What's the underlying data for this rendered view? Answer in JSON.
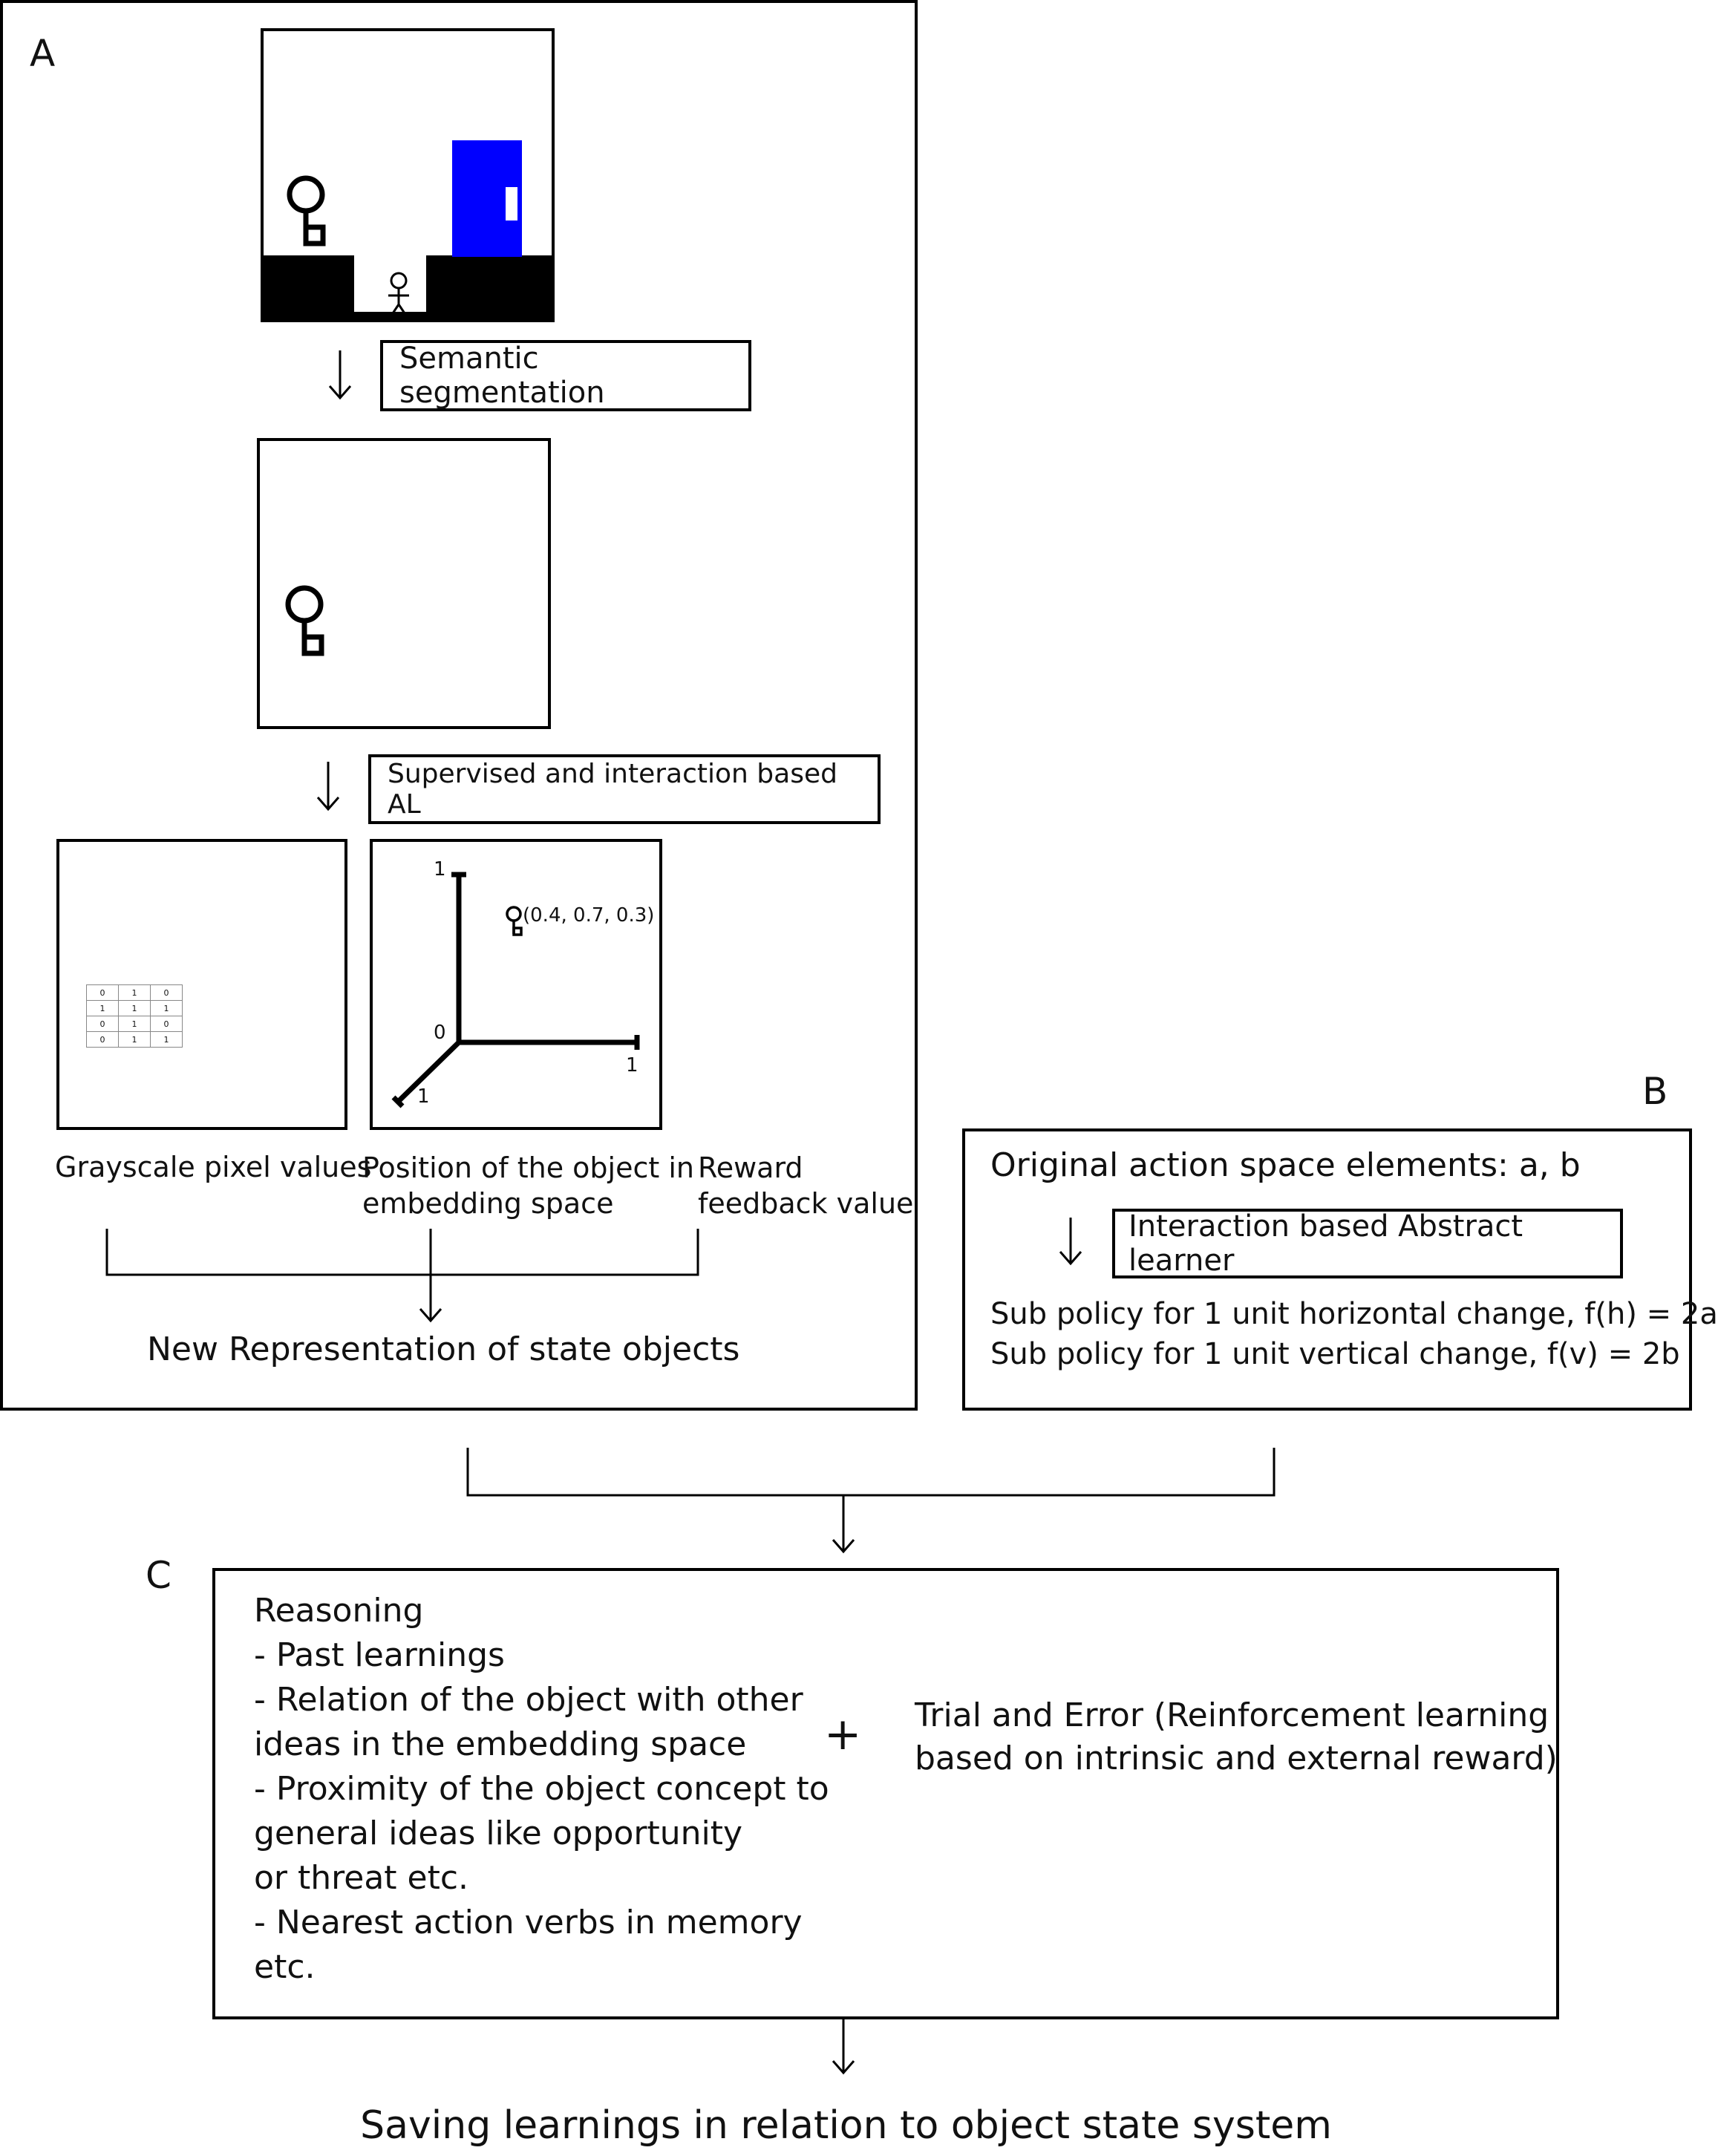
{
  "panel_a": {
    "letter": "A",
    "step1_label": "Semantic segmentation",
    "step2_label": "Supervised and interaction based AL",
    "grid": [
      [
        "0",
        "1",
        "0"
      ],
      [
        "1",
        "1",
        "1"
      ],
      [
        "0",
        "1",
        "0"
      ],
      [
        "0",
        "1",
        "1"
      ]
    ],
    "axes": {
      "y_tick": "1",
      "origin": "0",
      "x_tick": "1",
      "z_tick": "1",
      "key_coords": "(0.4, 0.7, 0.3)"
    },
    "caption_grayscale": "Grayscale pixel values",
    "caption_position_line1": "Position of the object in",
    "caption_position_line2": "embedding space",
    "caption_reward_line1": "Reward",
    "caption_reward_line2": "feedback value",
    "result": "New Representation of state objects",
    "door_color": "#0000ff"
  },
  "panel_b": {
    "letter": "B",
    "header": "Original action space elements: a, b",
    "learner": "Interaction based Abstract learner",
    "line1": "Sub policy for 1 unit horizontal change, f(h) = 2a",
    "line2": "Sub policy for 1 unit vertical change, f(v) = 2b"
  },
  "panel_c": {
    "letter": "C",
    "reasoning_lines": [
      "Reasoning",
      "- Past learnings",
      "- Relation of the object with other",
      "ideas in the embedding space",
      "- Proximity of the object concept to",
      "general ideas like opportunity",
      "or threat etc.",
      "- Nearest action verbs in memory",
      "etc."
    ],
    "plus": "+",
    "trial_line1": "Trial and Error (Reinforcement learning",
    "trial_line2": "based on intrinsic and external reward)"
  },
  "footer": "Saving learnings in relation to object state system"
}
